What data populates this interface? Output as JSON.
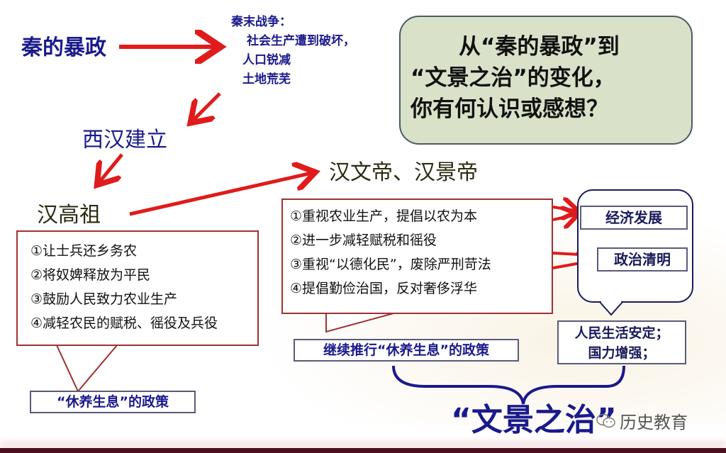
{
  "diagram": {
    "nodes": {
      "qin_tyranny": "秦的暴政",
      "qin_war": {
        "title": "秦末战争：",
        "lines": [
          "社会生产遭到破坏，",
          "人口锐减",
          "土地荒芜"
        ]
      },
      "western_han": "西汉建立",
      "han_gaozu": "汉高祖",
      "wen_jing_emperors": "汉文帝、汉景帝"
    },
    "question_box": {
      "lines": [
        "从“秦的暴政”到",
        "“文景之治”的变化，",
        "你有何认识或感想？"
      ]
    },
    "gaozu_policies": {
      "items": [
        "①让士兵还乡务农",
        "②将奴婢释放为平民",
        "③鼓励人民致力农业生产",
        "④减轻农民的赋税、徭役及兵役"
      ],
      "label": "“休养生息”的政策"
    },
    "wenjing_policies": {
      "items": [
        "①重视农业生产，提倡以农为本",
        "②进一步减轻赋税和徭役",
        "③重视“以德化民”，废除严刑苛法",
        "④提倡勤俭治国，反对奢侈浮华"
      ],
      "label": "继续推行“休养生息”的政策"
    },
    "results": {
      "economy": "经济发展",
      "politics": "政治清明",
      "people": [
        "人民生活安定；",
        "国力增强；"
      ]
    },
    "conclusion": "“文景之治”"
  },
  "watermark": {
    "icon": "wechat-icon",
    "text": "历史教育"
  },
  "colors": {
    "arrow": "#e01b1b",
    "title_blue": "#1a1a8c",
    "callout_border": "#a03030",
    "question_bg": "#d9e2c8",
    "bottom_bar": "#4a0f1e"
  }
}
